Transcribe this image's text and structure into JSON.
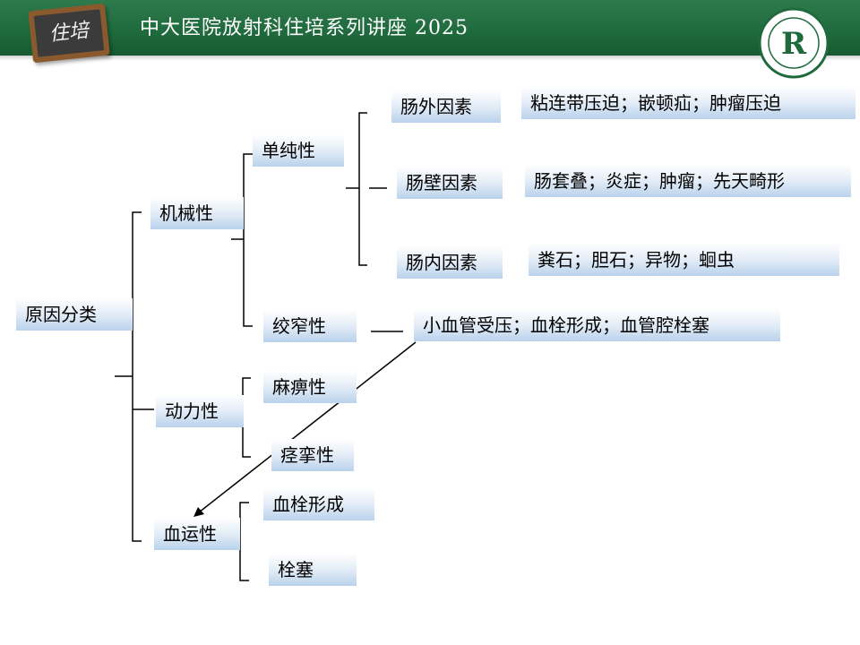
{
  "header": {
    "badge_text": "住培",
    "title": "中大医院放射科住培系列讲座 2025",
    "logo_letter": "R",
    "colors": {
      "bar": "#1f6a3d",
      "badge_frame": "#8a5a2e",
      "badge_board": "#3b3b3b"
    }
  },
  "diagram": {
    "root": "原因分类",
    "mechanical": {
      "label": "机械性",
      "simple": "单纯性",
      "strangulated": "绞窄性",
      "extrinsic": "肠外因素",
      "extrinsic_detail": "粘连带压迫；嵌顿疝；肿瘤压迫",
      "wall": "肠壁因素",
      "wall_detail": "肠套叠；炎症；肿瘤；先天畸形",
      "intraluminal": "肠内因素",
      "intraluminal_detail": "粪石；胆石；异物；蛔虫",
      "strangulated_detail": "小血管受压；血栓形成；血管腔栓塞"
    },
    "dynamic": {
      "label": "动力性",
      "paralytic": "麻痹性",
      "spastic": "痉挛性"
    },
    "vascular": {
      "label": "血运性",
      "thrombosis": "血栓形成",
      "embolism": "栓塞"
    }
  }
}
